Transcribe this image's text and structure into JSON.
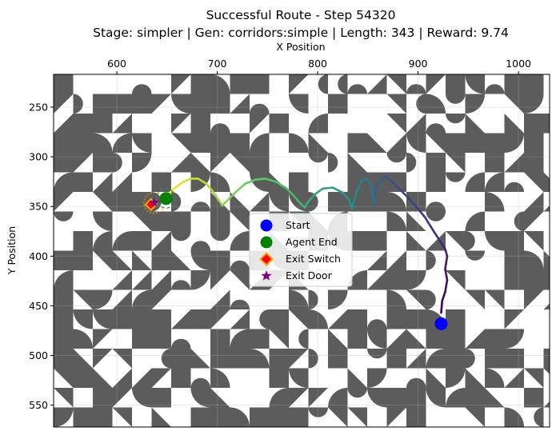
{
  "chart_data": {
    "type": "scatter",
    "title": "Successful Route - Step 54320",
    "subtitle": "Stage: simpler | Gen: corridors:simple | Length: 343 | Reward: 9.74",
    "xlabel": "X Position",
    "ylabel": "Y Position",
    "x_axis_position": "top",
    "y_axis_inverted": true,
    "xlim": [
      537,
      1031
    ],
    "ylim": [
      572,
      217
    ],
    "xticks": [
      600,
      700,
      800,
      900,
      1000
    ],
    "yticks": [
      250,
      300,
      350,
      400,
      450,
      500,
      550
    ],
    "grid": true,
    "legend_position": "center",
    "background_tile_color": "#5c5c5c",
    "trajectory_colormap": "viridis",
    "series": [
      {
        "name": "Start",
        "marker": "circle",
        "color": "#0000ff",
        "points": [
          [
            923,
            468
          ]
        ]
      },
      {
        "name": "Agent End",
        "marker": "circle",
        "color": "#008000",
        "points": [
          [
            649,
            342
          ]
        ]
      },
      {
        "name": "Exit Switch",
        "marker": "diamond",
        "color": "#ff0000",
        "edge_color": "#ffa500",
        "points": [
          [
            634,
            348
          ]
        ]
      },
      {
        "name": "Exit Door",
        "marker": "star",
        "color": "#800080",
        "points": [
          [
            637,
            346
          ]
        ]
      }
    ],
    "trajectory": [
      [
        923,
        457
      ],
      [
        924,
        445
      ],
      [
        927,
        436
      ],
      [
        929,
        424
      ],
      [
        927,
        413
      ],
      [
        929,
        400
      ],
      [
        927,
        393
      ],
      [
        922,
        385
      ],
      [
        915,
        374
      ],
      [
        907,
        361
      ],
      [
        898,
        350
      ],
      [
        889,
        340
      ],
      [
        879,
        330
      ],
      [
        873,
        324
      ],
      [
        868,
        320
      ],
      [
        863,
        323
      ],
      [
        858,
        331
      ],
      [
        856,
        342
      ],
      [
        857,
        351
      ],
      [
        855,
        340
      ],
      [
        853,
        328
      ],
      [
        849,
        322
      ],
      [
        844,
        324
      ],
      [
        839,
        335
      ],
      [
        836,
        345
      ],
      [
        834,
        352
      ],
      [
        831,
        343
      ],
      [
        825,
        336
      ],
      [
        815,
        331
      ],
      [
        805,
        332
      ],
      [
        797,
        338
      ],
      [
        790,
        346
      ],
      [
        787,
        351
      ],
      [
        782,
        346
      ],
      [
        775,
        338
      ],
      [
        768,
        331
      ],
      [
        758,
        325
      ],
      [
        748,
        322
      ],
      [
        738,
        323
      ],
      [
        728,
        327
      ],
      [
        719,
        335
      ],
      [
        710,
        344
      ],
      [
        705,
        349
      ],
      [
        701,
        343
      ],
      [
        695,
        334
      ],
      [
        689,
        327
      ],
      [
        681,
        322
      ],
      [
        673,
        322
      ],
      [
        665,
        326
      ],
      [
        657,
        332
      ],
      [
        651,
        338
      ],
      [
        649,
        342
      ]
    ]
  }
}
